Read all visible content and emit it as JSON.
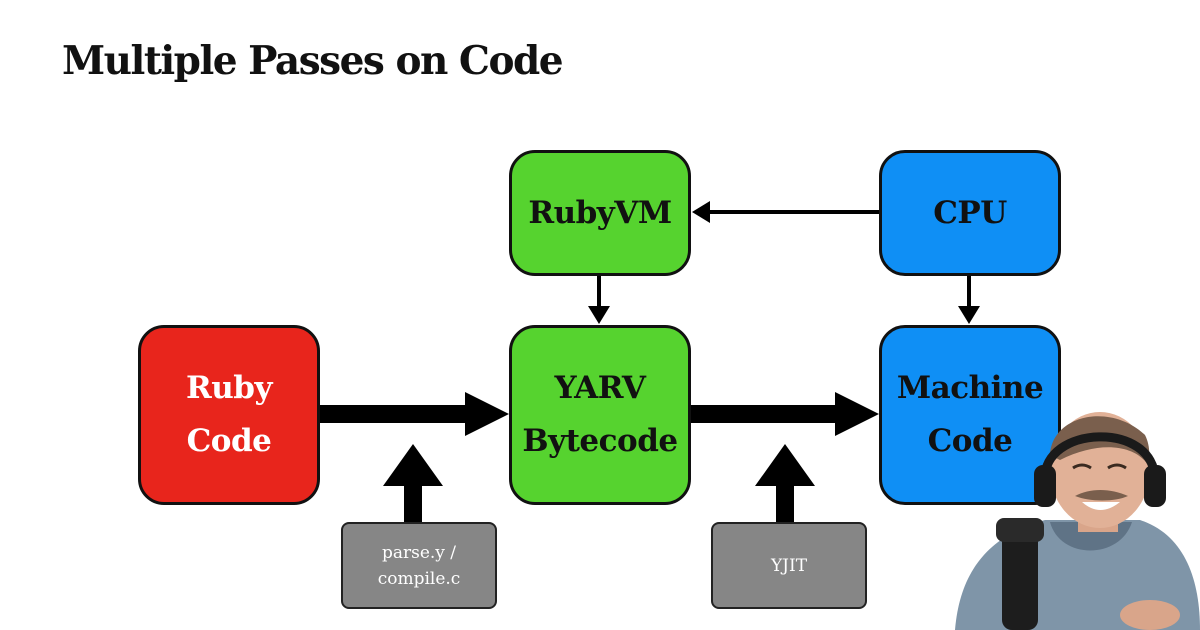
{
  "slide": {
    "title": "Multiple Passes on Code"
  },
  "nodes": {
    "ruby_code": {
      "line1": "Ruby",
      "line2": "Code",
      "color": "#e8251c"
    },
    "yarv": {
      "line1": "YARV",
      "line2": "Bytecode",
      "color": "#56d32f"
    },
    "machine_code": {
      "line1": "Machine",
      "line2": "Code",
      "color": "#0f8ff5"
    },
    "rubyvm": {
      "label": "RubyVM",
      "color": "#56d32f"
    },
    "cpu": {
      "label": "CPU",
      "color": "#0f8ff5"
    }
  },
  "tools": {
    "parser": {
      "line1": "parse.y /",
      "line2": "compile.c"
    },
    "jit": {
      "label": "YJIT"
    }
  }
}
